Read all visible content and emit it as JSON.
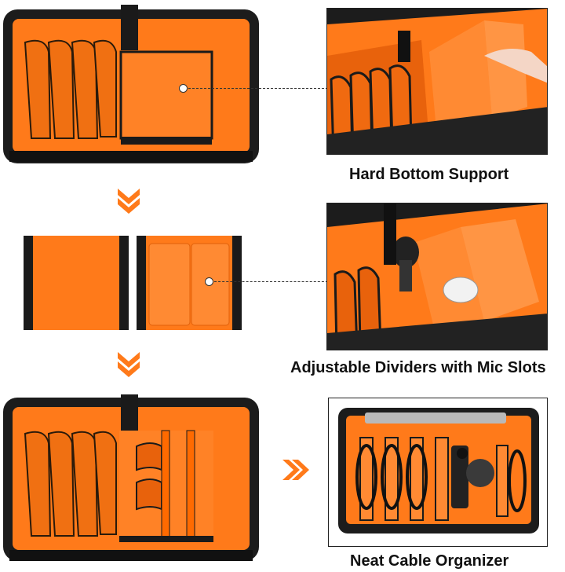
{
  "captions": {
    "hard_bottom": "Hard Bottom Support",
    "dividers": "Adjustable Dividers with Mic Slots",
    "cable": "Neat Cable Organizer"
  },
  "colors": {
    "accent_orange": "#ff7a1a",
    "dark_orange": "#e8620c",
    "bag_black": "#1c1c1c",
    "frame": "#222222"
  },
  "icons": {
    "down_arrow": "double-chevron-down-icon",
    "right_arrow": "double-chevron-right-icon"
  }
}
